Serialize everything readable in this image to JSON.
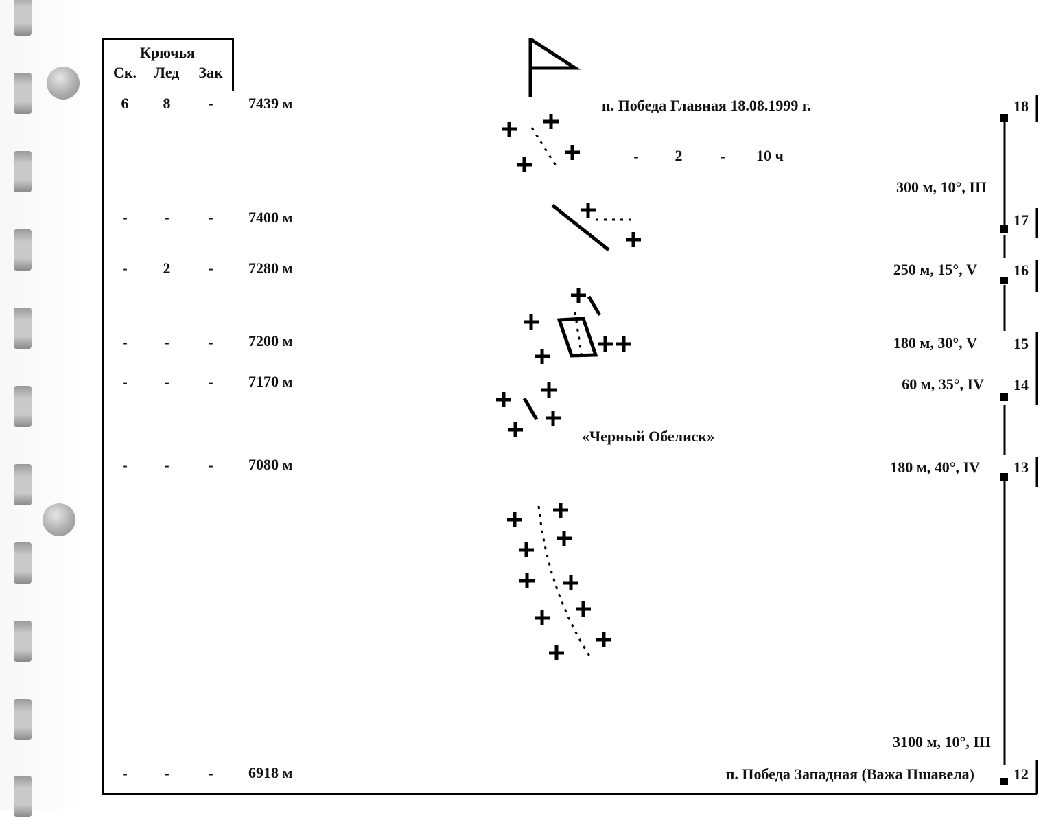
{
  "header": {
    "title": "Крючья",
    "col1": "Ск.",
    "col2": "Лед",
    "col3": "Зак"
  },
  "rows": [
    {
      "sk": "6",
      "led": "8",
      "zak": "-",
      "alt": "7439 м"
    },
    {
      "sk": "-",
      "led": "-",
      "zak": "-",
      "alt": "7400 м"
    },
    {
      "sk": "-",
      "led": "2",
      "zak": "-",
      "alt": "7280 м"
    },
    {
      "sk": "-",
      "led": "-",
      "zak": "-",
      "alt": "7200 м"
    },
    {
      "sk": "-",
      "led": "-",
      "zak": "-",
      "alt": "7170 м"
    },
    {
      "sk": "-",
      "led": "-",
      "zak": "-",
      "alt": "7080 м"
    },
    {
      "sk": "-",
      "led": "-",
      "zak": "-",
      "alt": "6918 м"
    }
  ],
  "summit_label": "п. Победа Главная 18.08.1999 г.",
  "summit_row": {
    "a": "-",
    "b": "2",
    "c": "-",
    "time": "10 ч"
  },
  "landmark_label": "«Черный Обелиск»",
  "base_label": "п. Победа Западная (Важа Пшавела)",
  "segments": [
    {
      "desc": "300 м, 10°, III"
    },
    {
      "desc": "250 м, 15°, V"
    },
    {
      "desc": "180 м, 30°, V"
    },
    {
      "desc": "60 м, 35°, IV"
    },
    {
      "desc": "180 м, 40°, IV"
    },
    {
      "desc": "3100 м, 10°, III"
    }
  ],
  "points": [
    "18",
    "17",
    "16",
    "15",
    "14",
    "13",
    "12"
  ]
}
